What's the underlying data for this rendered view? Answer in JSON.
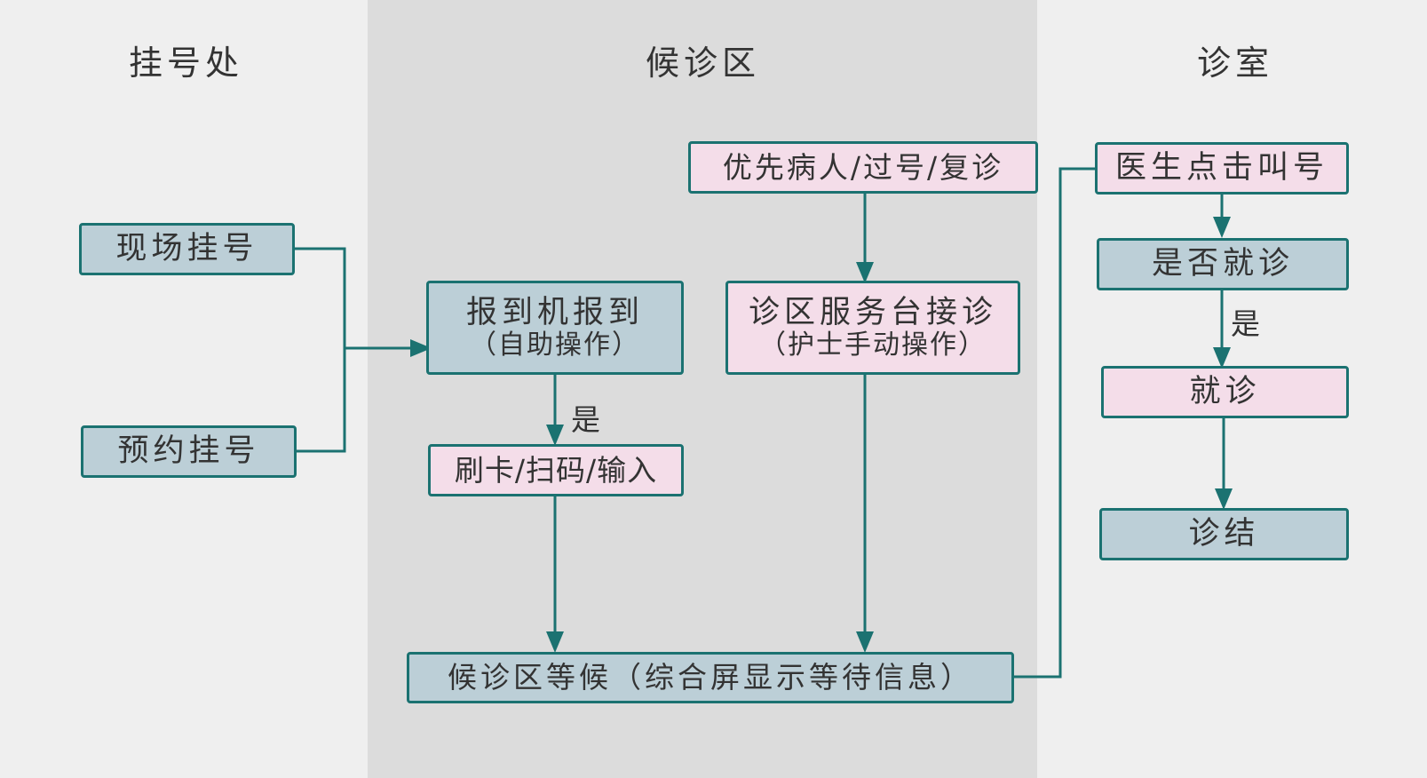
{
  "lanes": {
    "registration": "挂号处",
    "waiting_area": "候诊区",
    "clinic": "诊室"
  },
  "nodes": {
    "onsite_registration": "现场挂号",
    "appointment_registration": "预约挂号",
    "kiosk_checkin": "报到机报到",
    "kiosk_checkin_note": "（自助操作）",
    "card_scan_input": "刷卡/扫码/输入",
    "priority_patients": "优先病人/过号/复诊",
    "service_desk_checkin": "诊区服务台接诊",
    "service_desk_note": "（护士手动操作）",
    "waiting": "候诊区等候（综合屏显示等待信息）",
    "doctor_calls": "医生点击叫号",
    "visit_decision": "是否就诊",
    "consultation": "就诊",
    "visit_end": "诊结"
  },
  "edge_labels": {
    "yes_checkin": "是",
    "yes_visit": "是"
  },
  "colors": {
    "line": "#1b7271",
    "blue_box": "#bccfd7",
    "pink_box": "#f4dde9",
    "lane_light": "#efefef",
    "lane_dark": "#dcdcdc"
  }
}
